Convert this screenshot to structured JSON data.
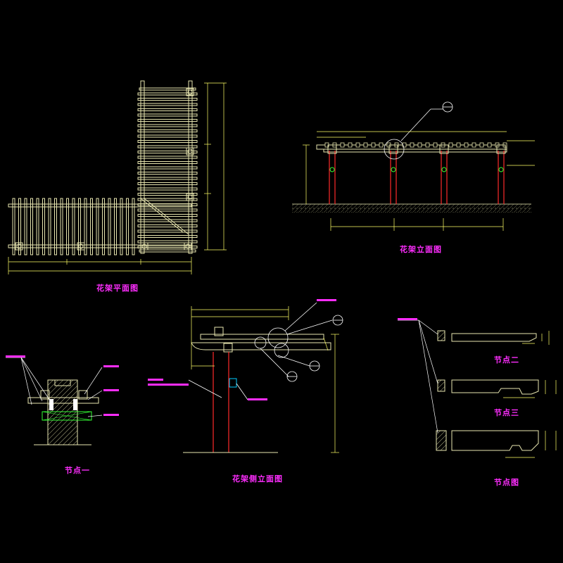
{
  "drawing": {
    "titles": {
      "plan": "花架平面图",
      "elevation": "花架立面图",
      "side_elevation": "花架侧立面图",
      "node1": "节点一",
      "node2": "节点二",
      "node3": "节点三",
      "node_detail": "节点图"
    },
    "colors": {
      "background": "#000000",
      "wood": "#e8e6b0",
      "dimension": "#ffff66",
      "post": "#ff2a2a",
      "callout": "#ffffff",
      "label": "#ff2dff",
      "green": "#33ff33",
      "cyan": "#00ccff"
    }
  }
}
